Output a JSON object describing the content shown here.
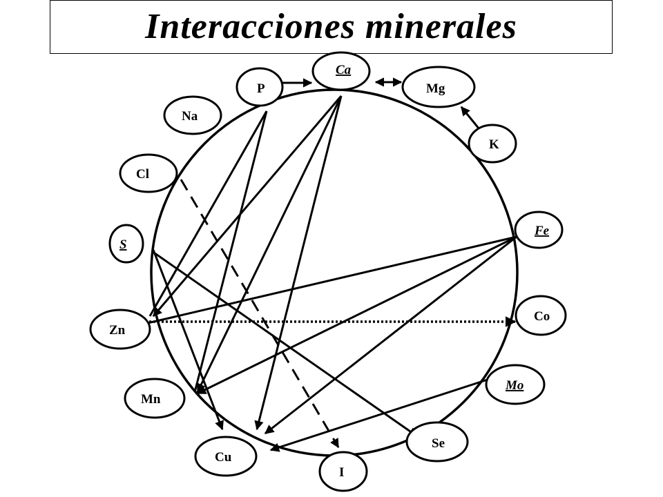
{
  "title": "Interacciones minerales",
  "nodes": [
    {
      "id": "ca",
      "label": "Ca",
      "italic": true,
      "underline": true
    },
    {
      "id": "p",
      "label": "P",
      "italic": false,
      "underline": false
    },
    {
      "id": "mg",
      "label": "Mg",
      "italic": false,
      "underline": false
    },
    {
      "id": "na",
      "label": "Na",
      "italic": false,
      "underline": false
    },
    {
      "id": "k",
      "label": "K",
      "italic": false,
      "underline": false
    },
    {
      "id": "cl",
      "label": "Cl",
      "italic": false,
      "underline": false
    },
    {
      "id": "fe",
      "label": "Fe",
      "italic": true,
      "underline": true
    },
    {
      "id": "s",
      "label": "S",
      "italic": true,
      "underline": true
    },
    {
      "id": "co",
      "label": "Co",
      "italic": false,
      "underline": false
    },
    {
      "id": "zn",
      "label": "Zn",
      "italic": false,
      "underline": false
    },
    {
      "id": "mo",
      "label": "Mo",
      "italic": true,
      "underline": true
    },
    {
      "id": "mn",
      "label": "Mn",
      "italic": false,
      "underline": false
    },
    {
      "id": "se",
      "label": "Se",
      "italic": false,
      "underline": false
    },
    {
      "id": "cu",
      "label": "Cu",
      "italic": false,
      "underline": false
    },
    {
      "id": "i",
      "label": "I",
      "italic": false,
      "underline": false
    }
  ],
  "edges": [
    {
      "from": "p",
      "to": "ca",
      "style": "solid",
      "arrow": "end"
    },
    {
      "from": "ca",
      "to": "mg",
      "style": "solid",
      "arrow": "both"
    },
    {
      "from": "k",
      "to": "mg",
      "style": "solid",
      "arrow": "end"
    },
    {
      "from": "ca",
      "to": "zn",
      "style": "solid",
      "arrow": "end"
    },
    {
      "from": "ca",
      "to": "mn",
      "style": "solid",
      "arrow": "end"
    },
    {
      "from": "ca",
      "to": "cu",
      "style": "solid",
      "arrow": "end"
    },
    {
      "from": "p",
      "to": "zn",
      "style": "solid",
      "arrow": "none"
    },
    {
      "from": "p",
      "to": "mn",
      "style": "solid",
      "arrow": "none"
    },
    {
      "from": "fe",
      "to": "zn",
      "style": "solid",
      "arrow": "none"
    },
    {
      "from": "fe",
      "to": "mn",
      "style": "solid",
      "arrow": "end"
    },
    {
      "from": "fe",
      "to": "cu",
      "style": "solid",
      "arrow": "end"
    },
    {
      "from": "s",
      "to": "se",
      "style": "solid",
      "arrow": "end"
    },
    {
      "from": "s",
      "to": "cu",
      "style": "solid",
      "arrow": "end"
    },
    {
      "from": "mo",
      "to": "cu",
      "style": "solid",
      "arrow": "end"
    },
    {
      "from": "cl",
      "to": "i",
      "style": "dashed",
      "arrow": "end"
    },
    {
      "from": "zn",
      "to": "co",
      "style": "dotted",
      "arrow": "end"
    }
  ],
  "colors": {
    "ink": "#000000",
    "background": "#ffffff"
  }
}
